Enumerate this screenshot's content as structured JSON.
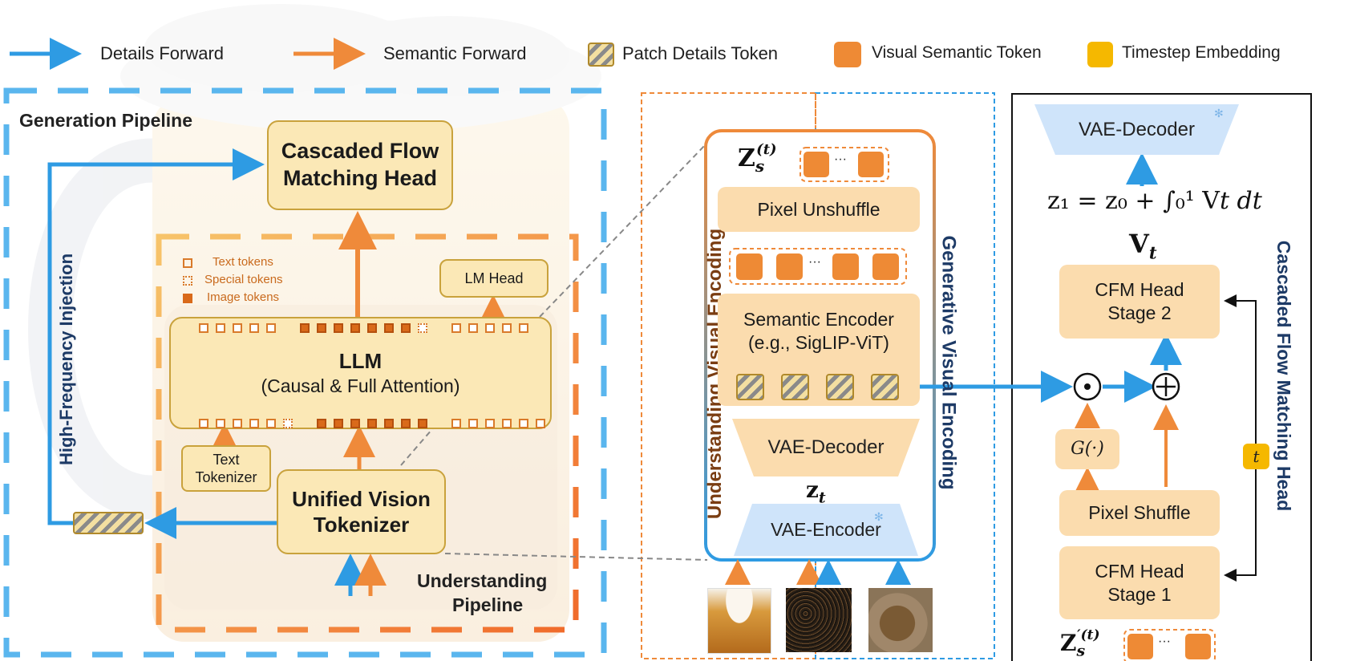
{
  "legend": {
    "details_forward": "Details Forward",
    "semantic_forward": "Semantic Forward",
    "patch_details_token": "Patch Details Token",
    "visual_semantic_token": "Visual Semantic Token",
    "timestep_embedding": "Timestep Embedding"
  },
  "left": {
    "generation_pipeline": "Generation Pipeline",
    "understanding_pipeline_1": "Understanding",
    "understanding_pipeline_2": "Pipeline",
    "high_freq": "High-Frequency Injection",
    "cfm_head_1": "Cascaded Flow",
    "cfm_head_2": "Matching Head",
    "lm_head": "LM Head",
    "llm_title": "LLM",
    "llm_sub": "(Causal & Full Attention)",
    "text_tok_1": "Text",
    "text_tok_2": "Tokenizer",
    "uvt_1": "Unified Vision",
    "uvt_2": "Tokenizer",
    "tok_legend": {
      "text": "Text tokens",
      "special": "Special tokens",
      "image": "Image tokens"
    }
  },
  "middle": {
    "understanding_enc": "Understanding Visual Encoding",
    "generative_enc": "Generative Visual Encoding",
    "zs_t": "Z",
    "zs_sub": "s",
    "zs_sup": "(t)",
    "pixel_unshuffle": "Pixel Unshuffle",
    "sem_enc_1": "Semantic Encoder",
    "sem_enc_2": "(e.g., SigLIP-ViT)",
    "vae_decoder": "VAE-Decoder",
    "z_t": "z",
    "z_t_sub": "t",
    "vae_encoder": "VAE-Encoder",
    "ellipsis": "···"
  },
  "right": {
    "title": "Cascaded Flow Matching Head",
    "vae_decoder": "VAE-Decoder",
    "equation": "z₁ = z₀ + ∫₀¹ V",
    "equation_tail": "t dt",
    "vt": "V",
    "vt_sub": "t",
    "cfm2_1": "CFM Head",
    "cfm2_2": "Stage 2",
    "g": "G(·)",
    "pixel_shuffle": "Pixel Shuffle",
    "cfm1_1": "CFM Head",
    "cfm1_2": "Stage 1",
    "t": "t",
    "zsp": "Z",
    "zsp_sub": "s",
    "zsp_sup": "′(t)",
    "odot": "⊙",
    "oplus": "⊕",
    "ellipsis": "···"
  },
  "colors": {
    "blue": "#2e9be3",
    "orange": "#ef8a3a",
    "cream": "#fbe8b6",
    "gold": "#f5b800",
    "navy": "#1d3a66",
    "brown": "#7a3d12"
  }
}
